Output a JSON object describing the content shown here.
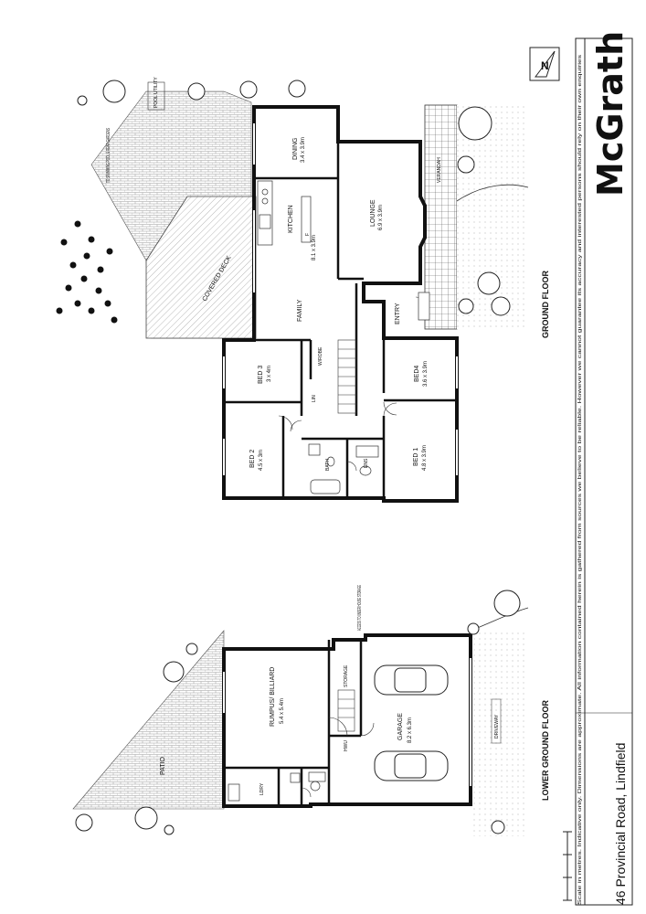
{
  "brand": {
    "name": "McGrath"
  },
  "address": "46 Provincial Road, Lindfield",
  "disclaimer": "Scale in metres. Indicative only. Dimensions are approximate. All information contained herein is gathered from sources we believe to be reliable. However we cannot guarantee its accuracy and interested persons should rely on their own enquiries",
  "ground_floor": {
    "heading": "GROUND FLOOR",
    "rooms": [
      {
        "id": "dining",
        "name": "DINING",
        "dims": "3.4 x 3.9m"
      },
      {
        "id": "lounge",
        "name": "LOUNGE",
        "dims": "6.9 x 3.9m"
      },
      {
        "id": "kitchen",
        "name": "KITCHEN",
        "dims": ""
      },
      {
        "id": "family",
        "name": "FAMILY",
        "dims": "8.1 x 3.9m"
      },
      {
        "id": "bed3",
        "name": "BED 3",
        "dims": "3 x 4m"
      },
      {
        "id": "bed2",
        "name": "BED 2",
        "dims": "4.5 x 3m"
      },
      {
        "id": "bed4",
        "name": "BED4",
        "dims": "3.6 x 3.9m"
      },
      {
        "id": "bed1",
        "name": "BED 1",
        "dims": "4.8 x 3.9m"
      }
    ],
    "labels": {
      "covered_deck": "COVERED DECK",
      "entry": "ENTRY",
      "verandah": "VERANDAH",
      "pool_note": "TO SWIMMING POOL & REAR GARDENS",
      "pool_utility": "POOL UTILITY",
      "bath": "BATH",
      "ens": "ENS",
      "linen": "LIN",
      "robe": "W/ROBE",
      "fridge": "F"
    }
  },
  "lower_floor": {
    "heading": "LOWER GROUND FLOOR",
    "rooms": [
      {
        "id": "rumpus",
        "name": "RUMPUS/ BILLIARD",
        "dims": "5.4 x 5.4m"
      },
      {
        "id": "garage",
        "name": "GARAGE",
        "dims": "8.2 x 6.3m"
      }
    ],
    "labels": {
      "storage": "STORAGE",
      "access": "ACCESS TO UNDER HOUSE STORAGE",
      "patio": "PATIO",
      "laundry": "LDRY",
      "driveway": "DRIVEWAY",
      "hwu": "HWU"
    }
  },
  "compass": {
    "letter": "N"
  }
}
